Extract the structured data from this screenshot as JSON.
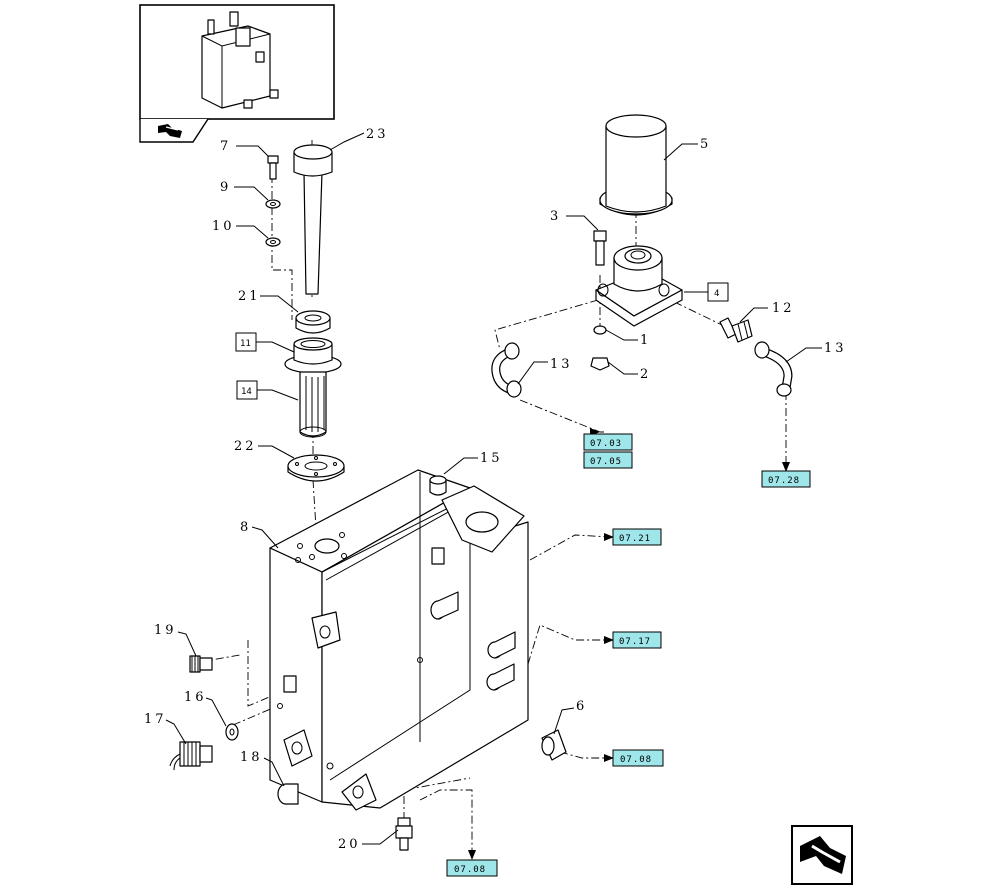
{
  "callouts": {
    "c1": "1",
    "c2": "2",
    "c3": "3",
    "c5": "5",
    "c6": "6",
    "c7": "7",
    "c8": "8",
    "c9": "9",
    "c10": "10",
    "c12": "12",
    "c13a": "13",
    "c13b": "13",
    "c15": "15",
    "c16": "16",
    "c17": "17",
    "c18": "18",
    "c19": "19",
    "c20": "20",
    "c21": "21",
    "c22": "22",
    "c23": "23"
  },
  "boxed": {
    "b4": "4",
    "b11": "11",
    "b14": "14"
  },
  "refs": {
    "r0703": "07.03",
    "r0705": "07.05",
    "r0728": "07.28",
    "r0721": "07.21",
    "r0717": "07.17",
    "r0708a": "07.08",
    "r0708b": "07.08"
  },
  "icons": {
    "thumbnail": "assembly-thumbnail",
    "nav_small": "next-page-arrow-icon",
    "nav_large": "next-page-arrow-icon"
  }
}
